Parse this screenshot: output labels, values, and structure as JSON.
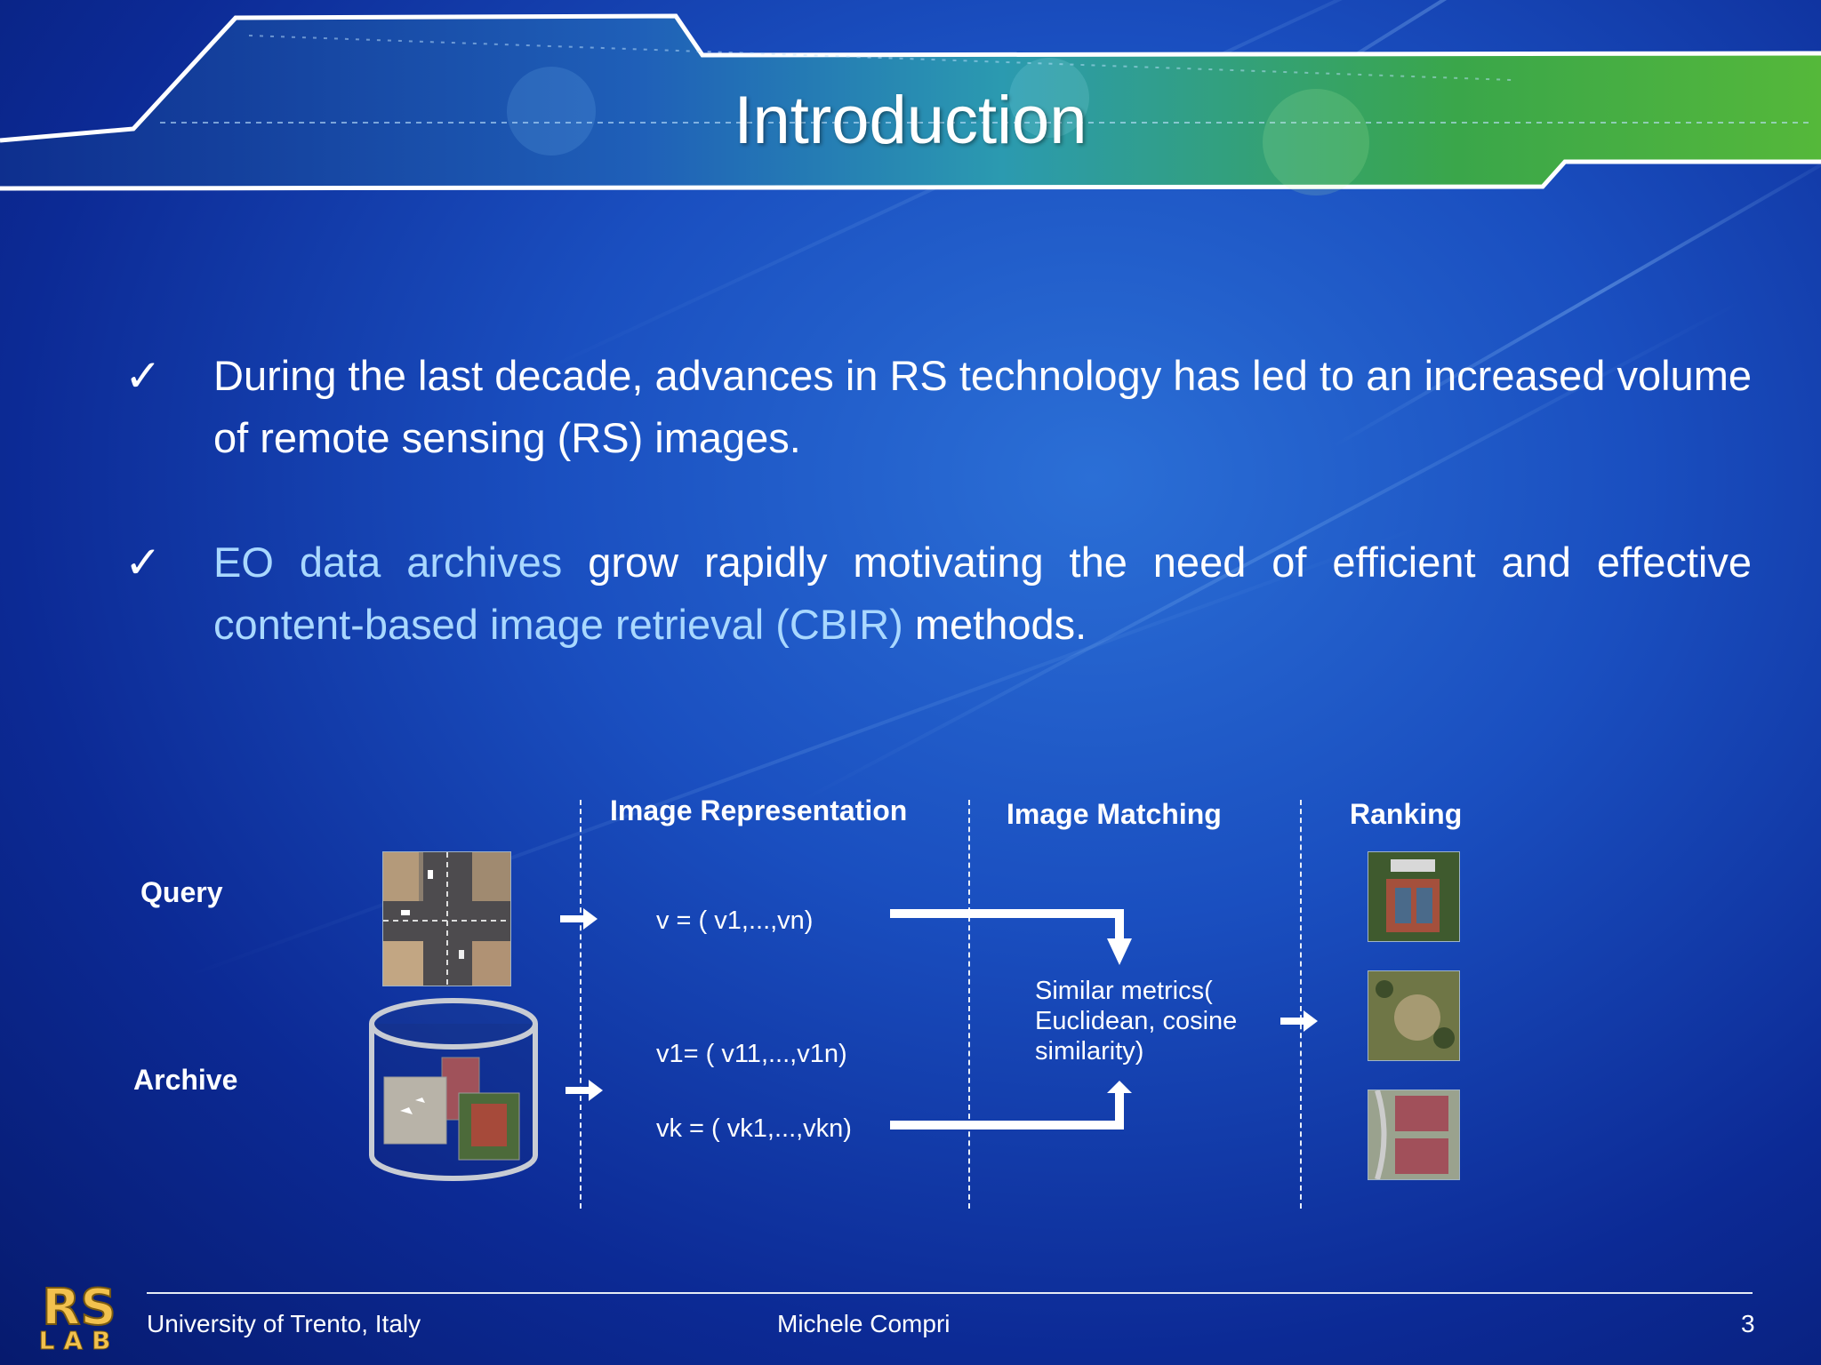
{
  "slide": {
    "title": "Introduction",
    "bullets": [
      {
        "check": "✓",
        "text": "During the last decade, advances in RS technology has led to an increased volume of remote sensing (RS) images."
      },
      {
        "check": "✓",
        "highlight1": "EO data archives",
        "text1": " grow rapidly motivating the need of efficient and effective ",
        "highlight2": "content-based image retrieval (CBIR)",
        "text2": " methods."
      }
    ]
  },
  "diagram": {
    "headers": {
      "representation": "Image Representation",
      "matching": "Image Matching",
      "ranking": "Ranking"
    },
    "labels": {
      "query": "Query",
      "archive": "Archive"
    },
    "vectors": {
      "query": "v = ( v1,...,vn)",
      "archive1": "v1= ( v11,...,v1n)",
      "archivek": "vk = ( vk1,...,vkn)"
    },
    "metric": {
      "line1": "Similar metrics(",
      "line2": "Euclidean, cosine",
      "line3": "similarity)"
    }
  },
  "footer": {
    "logo_top": "RS",
    "logo_bottom": "LAB",
    "institution": "University of Trento, Italy",
    "author": "Michele Compri",
    "page": "3"
  },
  "colors": {
    "highlight": "#a9d8ff",
    "text": "#ffffff",
    "logo": "#f2c14e"
  }
}
